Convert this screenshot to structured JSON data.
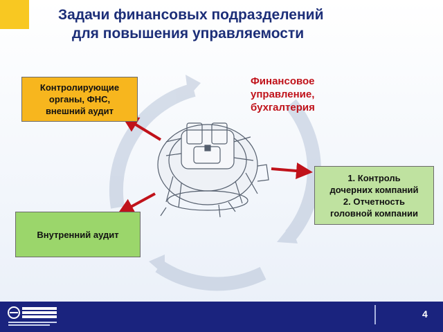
{
  "title": {
    "line1": "Задачи финансовых подразделений",
    "line2": "для повышения управляемости"
  },
  "boxes": {
    "control_bodies": [
      "Контролирующие",
      "органы, ФНС,",
      "внешний аудит"
    ],
    "internal_audit": "Внутренний аудит",
    "subsidiaries": [
      "1. Контроль",
      "дочерних компаний",
      "2. Отчетность",
      "головной компании"
    ]
  },
  "center_label": [
    "Финансовое",
    "управление,",
    "бухгалтерия"
  ],
  "footer": {
    "page_number": "4"
  },
  "colors": {
    "title": "#1c2e78",
    "accent": "#f8c822",
    "box_orange": "#f7b61e",
    "box_green": "#9bd66b",
    "box_light_green": "#bfe2a0",
    "center_label": "#c0121a",
    "arrow": "#c0121a",
    "footer": "#1a237e"
  },
  "icons": [
    "cycle-arrows-icon",
    "machine-part-icon",
    "company-logo"
  ]
}
